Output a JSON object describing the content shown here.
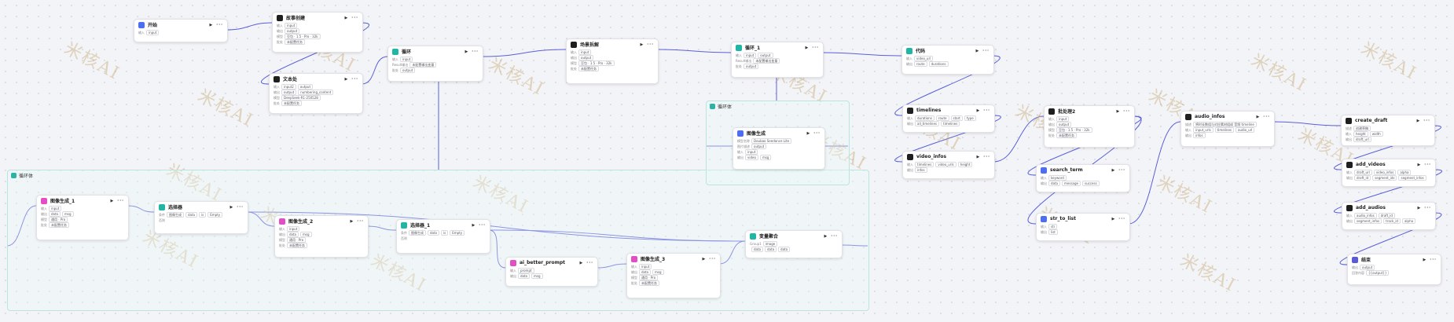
{
  "watermark": "米核AI",
  "loops": [
    {
      "title": "循环体"
    },
    {
      "title": "循环体"
    }
  ],
  "nodes": [
    {
      "title": "开始",
      "rows": [
        [
          "输入",
          "input"
        ]
      ]
    },
    {
      "title": "故事创建",
      "rows": [
        [
          "输入",
          "input"
        ],
        [
          "输出",
          "output"
        ],
        [
          "模型",
          "豆包 · 1.5 · Pro · 32k"
        ],
        [
          "批处",
          "未配置任务"
        ]
      ]
    },
    {
      "title": "文本处",
      "rows": [
        [
          "输入",
          "input2",
          "output"
        ],
        [
          "输出",
          "output",
          "numbering_content"
        ],
        [
          "模型",
          "DeepSeek-R1-250528"
        ],
        [
          "批处",
          "未配置任务"
        ]
      ]
    },
    {
      "title": "循环",
      "rows": [
        [
          "输入",
          "input"
        ],
        [
          "Result输出",
          "未配置输出变量"
        ],
        [
          "批处",
          "output"
        ]
      ]
    },
    {
      "title": "场景拆解",
      "rows": [
        [
          "输入",
          "input"
        ],
        [
          "输出",
          "output"
        ],
        [
          "模型",
          "豆包 · 1.5 · Pro · 32k"
        ],
        [
          "批处",
          "未配置任务"
        ]
      ]
    },
    {
      "title": "循环_1",
      "rows": [
        [
          "输入",
          "input",
          "output"
        ],
        [
          "Result输出",
          "未配置输出变量"
        ],
        [
          "批处",
          "output"
        ]
      ]
    },
    {
      "title": "代码",
      "rows": [
        [
          "输入",
          "video_url"
        ],
        [
          "输出",
          "route",
          "durations"
        ]
      ]
    },
    {
      "title": "循环体",
      "rows": []
    },
    {
      "title": "图像生成",
      "rows": [
        [
          "模型名称",
          "Doubao Seedance Lite"
        ],
        [
          "图片描述",
          "output"
        ],
        [
          "输入",
          "input"
        ],
        [
          "输出",
          "video",
          "msg"
        ]
      ]
    },
    {
      "title": "timelines",
      "rows": [
        [
          "输入",
          "durations",
          "route",
          "start",
          "type"
        ],
        [
          "输出",
          "all_timelines",
          "timelines"
        ]
      ]
    },
    {
      "title": "video_infos",
      "rows": [
        [
          "输入",
          "timelines",
          "video_urls",
          "height"
        ],
        [
          "输出",
          "infos"
        ]
      ]
    },
    {
      "title": "批处理2",
      "rows": [
        [
          "输入",
          "input"
        ],
        [
          "输出",
          "output"
        ],
        [
          "模型",
          "豆包 · 1.5 · Pro · 32k"
        ],
        [
          "批处",
          "未配置任务"
        ]
      ]
    },
    {
      "title": "search_term",
      "rows": [
        [
          "输入",
          "keyword"
        ],
        [
          "输出",
          "data",
          "message",
          "success"
        ]
      ]
    },
    {
      "title": "str_to_list",
      "rows": [
        [
          "输入",
          "str"
        ],
        [
          "输出",
          "list"
        ]
      ]
    },
    {
      "title": "audio_infos",
      "rows": [
        [
          "描述",
          "将时长数组与对应素材组成 音频 timeline"
        ],
        [
          "输入",
          "input_urls",
          "timelines",
          "audio_url"
        ],
        [
          "输出",
          "infos"
        ]
      ]
    },
    {
      "title": "create_draft",
      "rows": [
        [
          "描述",
          "创建草稿"
        ],
        [
          "输入",
          "height",
          "width"
        ],
        [
          "输出",
          "draft_url"
        ]
      ]
    },
    {
      "title": "add_videos",
      "rows": [
        [
          "输入",
          "draft_url",
          "video_infos",
          "alpha"
        ],
        [
          "输出",
          "draft_id",
          "segment_ids",
          "segment_infos"
        ]
      ]
    },
    {
      "title": "add_audios",
      "rows": [
        [
          "输入",
          "audio_infos",
          "draft_id"
        ],
        [
          "输出",
          "segment_infos",
          "track_id",
          "alpha"
        ]
      ]
    },
    {
      "title": "结束",
      "rows": [
        [
          "输出",
          "output"
        ],
        [
          "回答内容",
          "{{output}}"
        ]
      ]
    },
    {
      "title": "图像生成_1",
      "rows": [
        [
          "输入",
          "input"
        ],
        [
          "输出",
          "data",
          "msg"
        ],
        [
          "模型",
          "通用 · Pro"
        ],
        [
          "批处",
          "未配置任务"
        ]
      ]
    },
    {
      "title": "选择器",
      "rows": [
        [
          "条件",
          "图像生成",
          "data",
          "is",
          "Empty"
        ],
        [
          "否则",
          ""
        ]
      ]
    },
    {
      "title": "图像生成_2",
      "rows": [
        [
          "输入",
          "input"
        ],
        [
          "输出",
          "data",
          "msg"
        ],
        [
          "模型",
          "通用 · Pro"
        ],
        [
          "批处",
          "未配置任务"
        ]
      ]
    },
    {
      "title": "选择器_1",
      "rows": [
        [
          "条件",
          "图像生成",
          "data",
          "is",
          "Empty"
        ],
        [
          "否则",
          ""
        ]
      ]
    },
    {
      "title": "ai_better_prompt",
      "rows": [
        [
          "输入",
          "prompt"
        ],
        [
          "输出",
          "data",
          "msg"
        ]
      ]
    },
    {
      "title": "图像生成_3",
      "rows": [
        [
          "输入",
          "input"
        ],
        [
          "输出",
          "data",
          "msg"
        ],
        [
          "模型",
          "通用 · Pro"
        ],
        [
          "批处",
          "未配置任务"
        ]
      ]
    },
    {
      "title": "变量聚合",
      "rows": [
        [
          "Group1",
          "image"
        ],
        [
          "",
          "data",
          "data",
          "data"
        ]
      ]
    }
  ],
  "controls": {
    "run": "▶",
    "more": "···"
  }
}
